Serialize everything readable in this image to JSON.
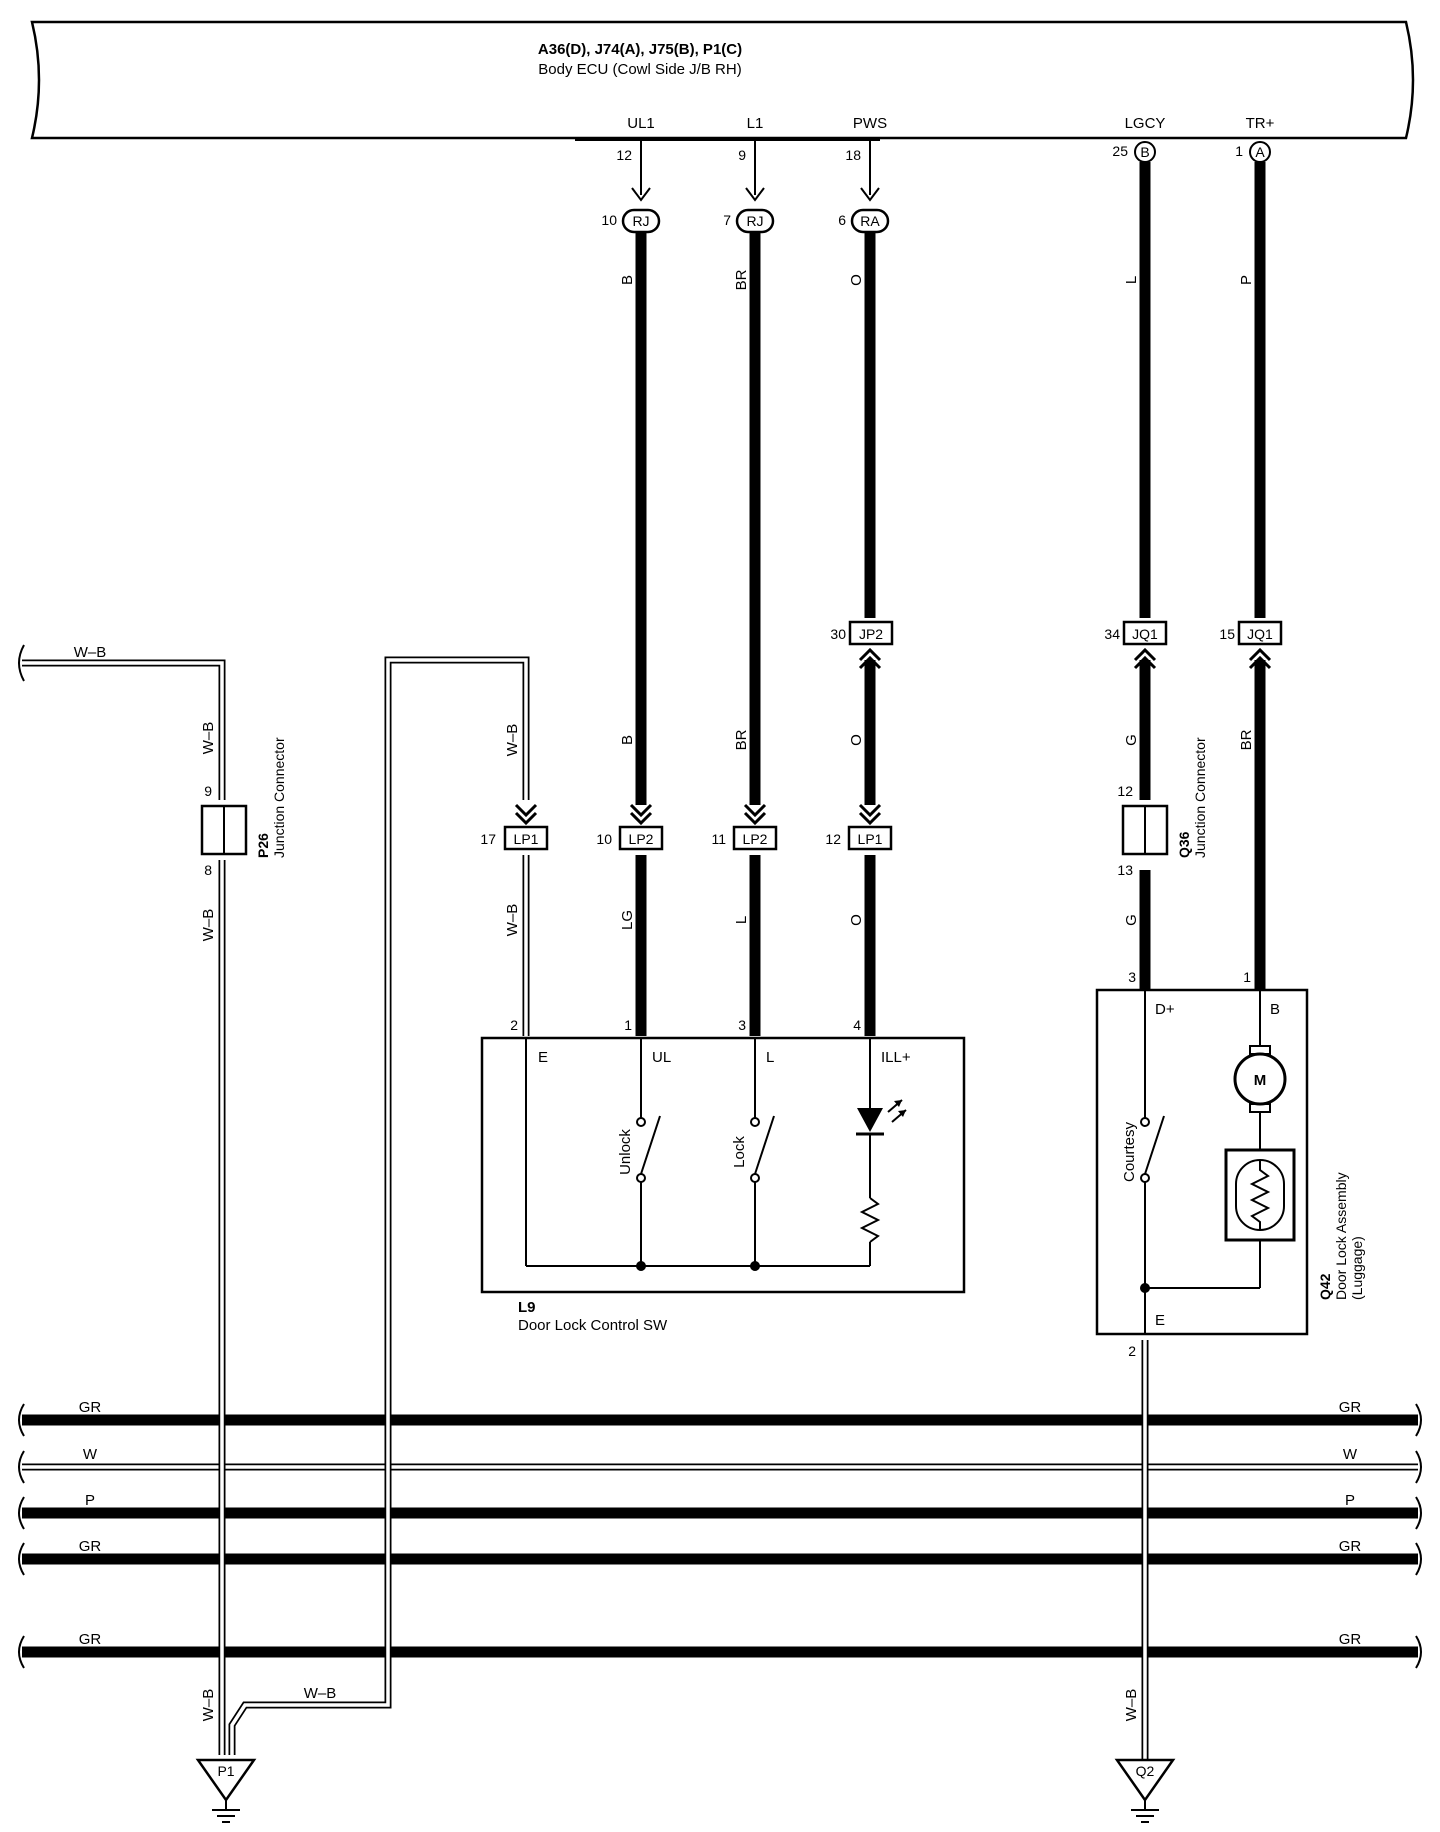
{
  "ecu": {
    "title": "A36(D), J74(A), J75(B), P1(C)",
    "subtitle": "Body ECU (Cowl Side J/B RH)",
    "terminals": [
      {
        "name": "UL1",
        "pin": "12"
      },
      {
        "name": "L1",
        "pin": "9"
      },
      {
        "name": "PWS",
        "pin": "18"
      },
      {
        "name": "LGCY",
        "pin": "25",
        "conn": "B"
      },
      {
        "name": "TR+",
        "pin": "1",
        "conn": "A"
      }
    ]
  },
  "inline_connectors": {
    "rj1": {
      "pin": "10",
      "code": "RJ"
    },
    "rj2": {
      "pin": "7",
      "code": "RJ"
    },
    "ra": {
      "pin": "6",
      "code": "RA"
    },
    "jp2": {
      "pin": "30",
      "code": "JP2"
    },
    "jq1a": {
      "pin": "34",
      "code": "JQ1"
    },
    "jq1b": {
      "pin": "15",
      "code": "JQ1"
    },
    "lp1a": {
      "pin": "17",
      "code": "LP1"
    },
    "lp2a": {
      "pin": "10",
      "code": "LP2"
    },
    "lp2b": {
      "pin": "11",
      "code": "LP2"
    },
    "lp1b": {
      "pin": "12",
      "code": "LP1"
    }
  },
  "wire_colors": {
    "ul_upper": "B",
    "l_upper": "BR",
    "pws_upper": "O",
    "lgcy_upper": "L",
    "tr_upper": "P",
    "ul_mid": "B",
    "l_mid": "BR",
    "pws_mid": "O",
    "lgcy_mid": "G",
    "tr_mid": "BR",
    "e_mid": "W–B",
    "ul_low": "LG",
    "l_low": "L",
    "pws_low": "O",
    "lgcy_low": "G",
    "e_low": "W–B",
    "ground_top": "W–B",
    "ground_v1": "W–B",
    "ground_v2": "W–B",
    "ground_bottom1": "W–B",
    "ground_bottom_h": "W–B",
    "ground_bottom2": "W–B"
  },
  "junction_p26": {
    "code": "P26",
    "name": "Junction Connector",
    "pin_top": "9",
    "pin_bottom": "8"
  },
  "junction_q36": {
    "code": "Q36",
    "name": "Junction Connector",
    "pin_top": "12",
    "pin_bottom": "13"
  },
  "switch_l9": {
    "code": "L9",
    "name": "Door Lock Control SW",
    "terminals": [
      {
        "pin": "2",
        "name": "E"
      },
      {
        "pin": "1",
        "name": "UL"
      },
      {
        "pin": "3",
        "name": "L"
      },
      {
        "pin": "4",
        "name": "ILL+"
      }
    ],
    "unlock_label": "Unlock",
    "lock_label": "Lock"
  },
  "door_lock_q42": {
    "code": "Q42",
    "name1": "Door Lock Assembly",
    "name2": "(Luggage)",
    "pin_dplus": "3",
    "term_dplus": "D+",
    "pin_b": "1",
    "term_b": "B",
    "pin_e": "2",
    "term_e": "E",
    "courtesy_label": "Courtesy",
    "motor_label": "M"
  },
  "buses": [
    {
      "color": "GR",
      "thick": true
    },
    {
      "color": "W",
      "thick": false
    },
    {
      "color": "P",
      "thick": true
    },
    {
      "color": "GR",
      "thick": true
    },
    {
      "color": "GR",
      "thick": true
    }
  ],
  "grounds": {
    "p1": "P1",
    "q2": "Q2"
  }
}
